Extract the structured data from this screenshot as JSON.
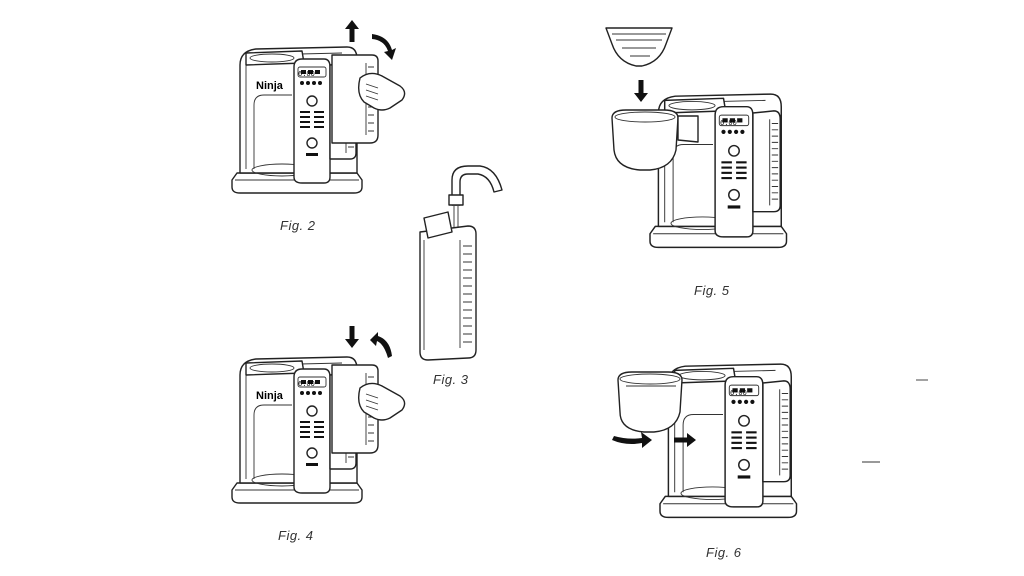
{
  "figures": [
    {
      "id": "fig2",
      "caption": "Fig. 2"
    },
    {
      "id": "fig3",
      "caption": "Fig. 3"
    },
    {
      "id": "fig4",
      "caption": "Fig. 4"
    },
    {
      "id": "fig5",
      "caption": "Fig. 5"
    },
    {
      "id": "fig6",
      "caption": "Fig. 6"
    }
  ],
  "brand_logo": "Ninja",
  "display_time": "6:00",
  "colors": {
    "line": "#222222",
    "arrow": "#111111",
    "background": "#ffffff"
  }
}
